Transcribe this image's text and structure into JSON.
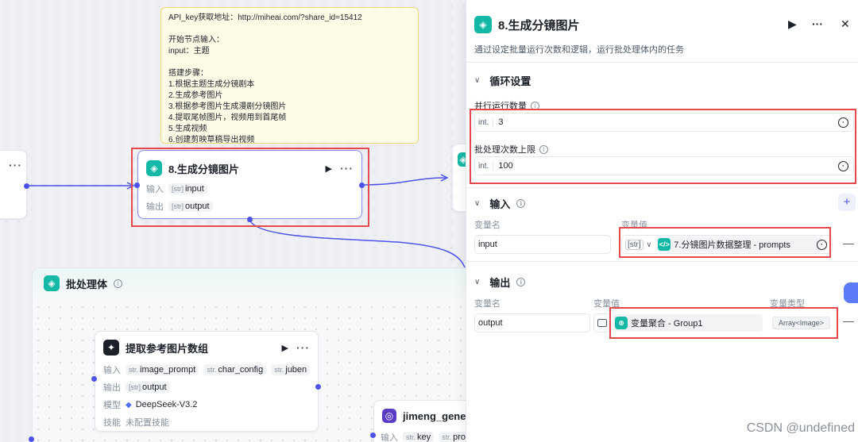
{
  "note": {
    "lines": [
      "API_key获取地址：http://miheai.com/?share_id=15412",
      "",
      "开始节点输入：",
      "input：主题",
      "",
      "搭建步骤：",
      "1.根据主题生成分镜剧本",
      "2.生成参考图片",
      "3.根据参考图片生成漫剧分镜图片",
      "4.提取尾帧图片，视频用到首尾帧",
      "5.生成视频",
      "6.创建剪映草稿导出视频"
    ]
  },
  "canvas_node": {
    "title": "8.生成分镜图片",
    "input_label": "输入",
    "output_label": "输出",
    "input_type": "[str]",
    "input_name": "input",
    "output_type": "[str]",
    "output_name": "output",
    "more": "···",
    "play": "▶"
  },
  "left_node": {
    "more": "···"
  },
  "batch": {
    "title": "批处理体",
    "info": "i"
  },
  "extract_node": {
    "title": "提取参考图片数组",
    "play": "▶",
    "more": "···",
    "input_label": "输入",
    "inputs": [
      {
        "type": "str.",
        "name": "image_prompt"
      },
      {
        "type": "str.",
        "name": "char_config"
      },
      {
        "type": "str.",
        "name": "juben"
      }
    ],
    "output_label": "输出",
    "output_type": "[str]",
    "output_name": "output",
    "model_label": "模型",
    "model_name": "DeepSeek-V3.2",
    "skill_label": "技能",
    "skill_value": "未配置技能"
  },
  "jimeng_node": {
    "title": "jimeng_gener",
    "input_label": "输入",
    "inputs": [
      {
        "type": "str.",
        "name": "key"
      },
      {
        "type": "str.",
        "name": "prom"
      }
    ]
  },
  "panel": {
    "title": "8.生成分镜图片",
    "description": "通过设定批量运行次数和逻辑，运行批处理体内的任务",
    "play": "▶",
    "more": "···",
    "close": "✕",
    "loop_section": "循环设置",
    "parallel_label": "并行运行数量",
    "parallel_type": "int.",
    "parallel_value": "3",
    "max_label": "批处理次数上限",
    "max_type": "int.",
    "max_value": "100",
    "input_section": "输入",
    "var_name_header": "变量名",
    "var_value_header": "变量值",
    "input_var_name": "input",
    "input_var_type": "[str]",
    "input_ref": "7.分镜图片数据整理 - prompts",
    "output_section": "输出",
    "out_var_name_header": "变量名",
    "out_var_value_header": "变量值",
    "out_var_type_header": "变量类型",
    "output_var_name": "output",
    "output_ref": "变量聚合 - Group1",
    "output_type": "Array<Image>",
    "add": "+",
    "remove": "—",
    "info": "i"
  },
  "watermark": "CSDN @undefined",
  "colors": {
    "accent": "#4d53e8",
    "teal": "#14b8a6",
    "highlight_red": "#e5484d",
    "note_bg": "#fefbe6"
  }
}
